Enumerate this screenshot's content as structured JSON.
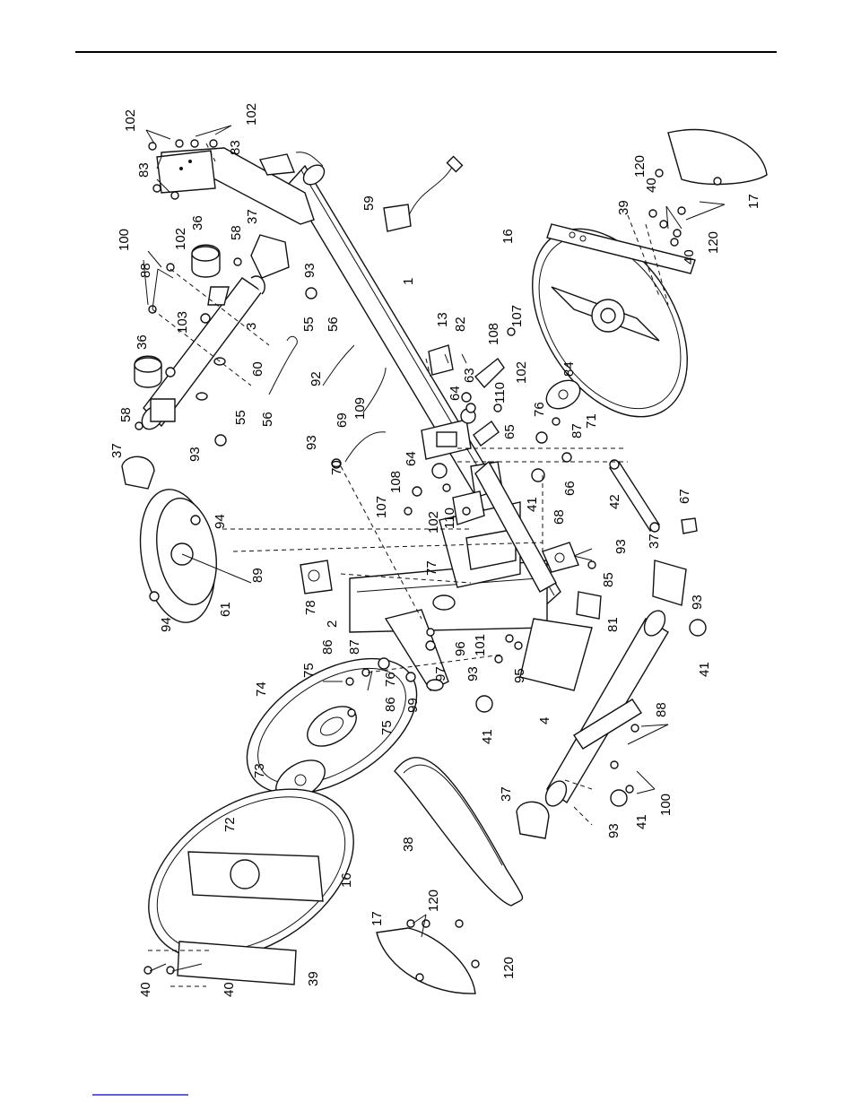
{
  "labels": {
    "l102a": "102",
    "l102b": "102",
    "l83a": "83",
    "l83b": "83",
    "l100a": "100",
    "l102c": "102",
    "l36a": "36",
    "l37a": "37",
    "l58a": "58",
    "l88a": "88",
    "l103": "103",
    "l93a": "93",
    "l3": "3",
    "l55a": "55",
    "l56a": "56",
    "l36b": "36",
    "l58b": "58",
    "l55b": "55",
    "l56b": "56",
    "l93b": "93",
    "l37b": "37",
    "l60": "60",
    "l92": "92",
    "l109": "109",
    "l59": "59",
    "l1": "1",
    "l13": "13",
    "l82": "82",
    "l63": "63",
    "l64a": "64",
    "l107a": "107",
    "l108a": "108",
    "l102d": "102",
    "l110a": "110",
    "l65": "65",
    "l64b": "64",
    "l69": "69",
    "l93c": "93",
    "l70": "70",
    "l108b": "108",
    "l107b": "107",
    "l102e": "102",
    "l110b": "110",
    "l16a": "16",
    "l39a": "39",
    "l120a": "120",
    "l40a": "40",
    "l40b": "40",
    "l120b": "120",
    "l17a": "17",
    "l84": "84",
    "l71": "71",
    "l76a": "76",
    "l87a": "87",
    "l66": "66",
    "l41a": "41",
    "l68": "68",
    "l93d": "93",
    "l42": "42",
    "l67": "67",
    "l94a": "94",
    "l61": "61",
    "l94b": "94",
    "l89": "89",
    "l78": "78",
    "l77": "77",
    "l85": "85",
    "l37c": "37",
    "l2": "2",
    "l81": "81",
    "l93e": "93",
    "l41b": "41",
    "l75a": "75",
    "l86a": "86",
    "l87b": "87",
    "l76b": "76",
    "l86b": "86",
    "l75b": "75",
    "l74": "74",
    "l99": "99",
    "l97": "97",
    "l96": "96",
    "l101": "101",
    "l93f": "93",
    "l95": "95",
    "l41c": "41",
    "l4": "4",
    "l88b": "88",
    "l73": "73",
    "l72": "72",
    "l16b": "16",
    "l37d": "37",
    "l100b": "100",
    "l41d": "41",
    "l93g": "93",
    "l38": "38",
    "l17b": "17",
    "l120c": "120",
    "l120d": "120",
    "l40c": "40",
    "l40d": "40",
    "l39b": "39"
  },
  "colors": {
    "ink": "#111111",
    "paper": "#ffffff",
    "link": "#0000cc"
  }
}
